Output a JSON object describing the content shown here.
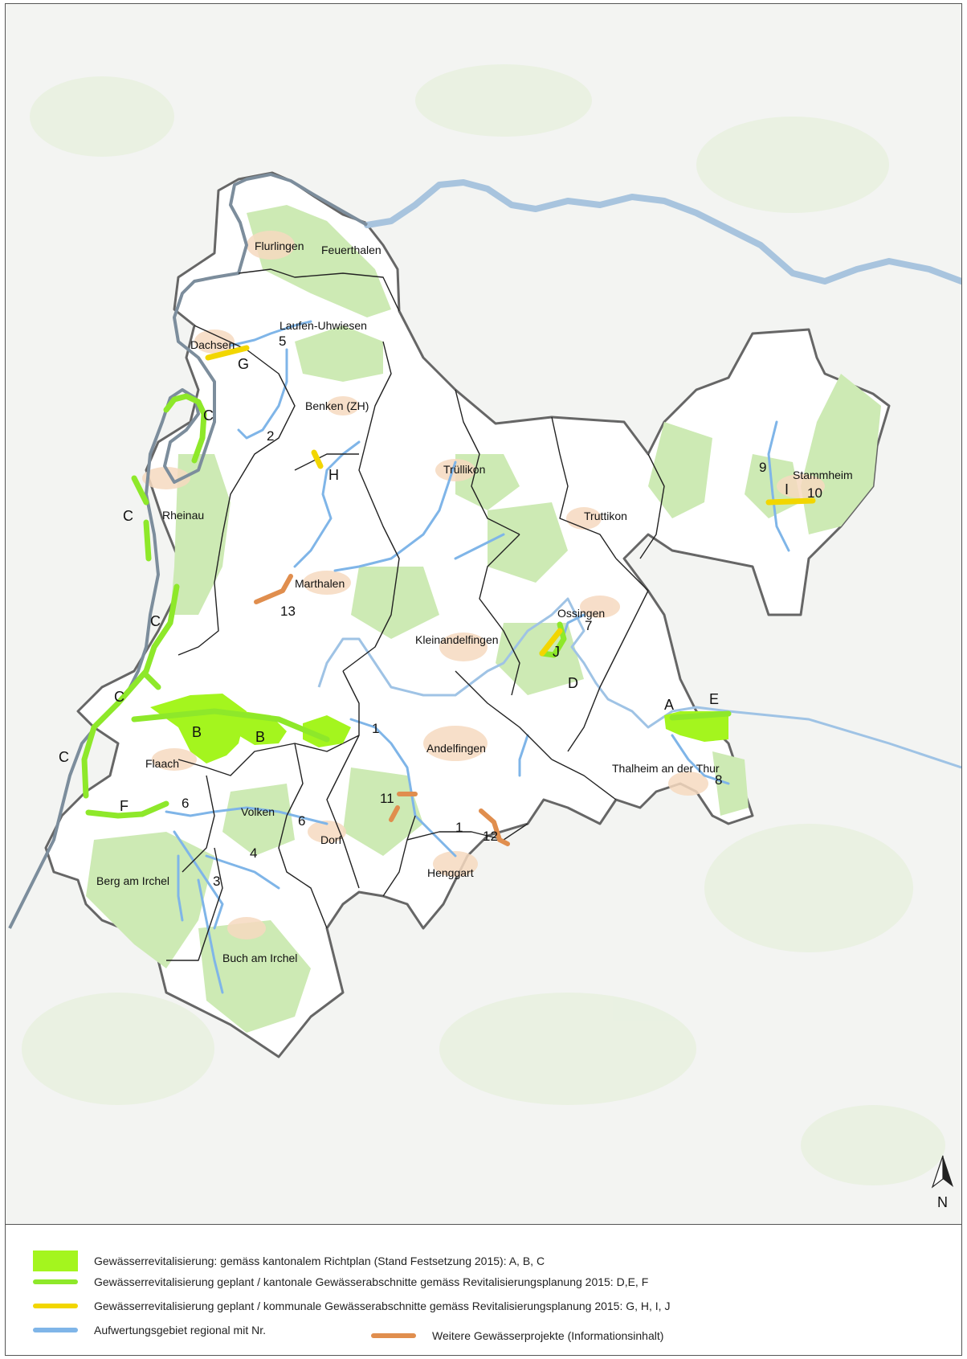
{
  "municipalities": [
    "Flurlingen",
    "Feuerthalen",
    "Laufen-Uhwiesen",
    "Dachsen",
    "Benken (ZH)",
    "Trüllikon",
    "Truttikon",
    "Stammheim",
    "Rheinau",
    "Marthalen",
    "Ossingen",
    "Kleinandelfingen",
    "Andelfingen",
    "Thalheim an der Thur",
    "Flaach",
    "Volken",
    "Dorf",
    "Henggart",
    "Berg am Irchel",
    "Buch am Irchel"
  ],
  "section_letters": [
    "A",
    "B",
    "C",
    "D",
    "E",
    "F",
    "G",
    "H",
    "I",
    "J"
  ],
  "area_numbers": [
    "1",
    "2",
    "3",
    "4",
    "5",
    "6",
    "7",
    "8",
    "9",
    "10",
    "11",
    "12",
    "13"
  ],
  "north_label": "N",
  "legend": {
    "items": [
      {
        "symbol": "area",
        "color": "#a4f51e",
        "text": "Gewässerrevitalisierung: gemäss kantonalem Richtplan (Stand Festsetzung 2015): A, B, C"
      },
      {
        "symbol": "line",
        "color": "#8ee82a",
        "text": "Gewässerrevitalisierung geplant / kantonale Gewässerabschnitte gemäss Revitalisierungsplanung 2015: D,E, F"
      },
      {
        "symbol": "line",
        "color": "#f2d600",
        "text": "Gewässerrevitalisierung geplant / kommunale Gewässerabschnitte gemäss Revitalisierungsplanung 2015: G, H, I, J"
      },
      {
        "symbol": "line",
        "color": "#7fb5e8",
        "text": "Aufwertungsgebiet regional mit Nr."
      },
      {
        "symbol": "line",
        "color": "#e08e4e",
        "text": "Weitere Gewässerprojekte (Informationsinhalt)"
      }
    ]
  },
  "colors": {
    "rhine": "#a8c4de",
    "river": "#8fbfe6",
    "forest": "#cdeab4",
    "settlement": "#f6d9c0",
    "border": "#666666"
  }
}
